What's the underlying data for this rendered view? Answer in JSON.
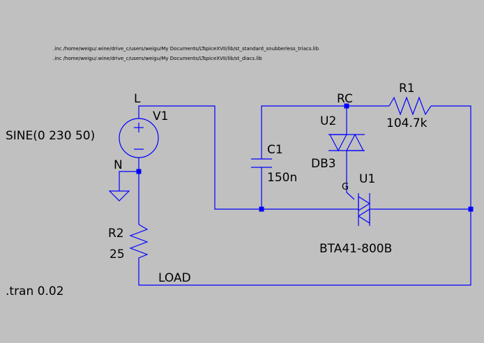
{
  "directives": {
    "include1": ".inc /home/weigu/.wine/drive_c/users/weigu/My Documents/LTspiceXVII/lib/st_standard_snubberless_triacs.lib",
    "include2": ".inc /home/weigu/.wine/drive_c/users/weigu/My Documents/LTspiceXVII/lib/st_diacs.lib",
    "tran": ".tran 0.02"
  },
  "netlabels": {
    "l": "L",
    "n": "N",
    "rc": "RC",
    "load": "LOAD",
    "gate": "G"
  },
  "components": {
    "v1": {
      "name": "V1",
      "value": "SINE(0 230 50)"
    },
    "r1": {
      "name": "R1",
      "value": "104.7k"
    },
    "r2": {
      "name": "R2",
      "value": "25"
    },
    "c1": {
      "name": "C1",
      "value": "150n"
    },
    "u2": {
      "name": "U2",
      "value": "DB3"
    },
    "u1": {
      "name": "U1",
      "value": "BTA41-800B"
    }
  },
  "colors": {
    "background": "#c0c0c0",
    "wire": "#0000ff",
    "text": "#000000"
  }
}
